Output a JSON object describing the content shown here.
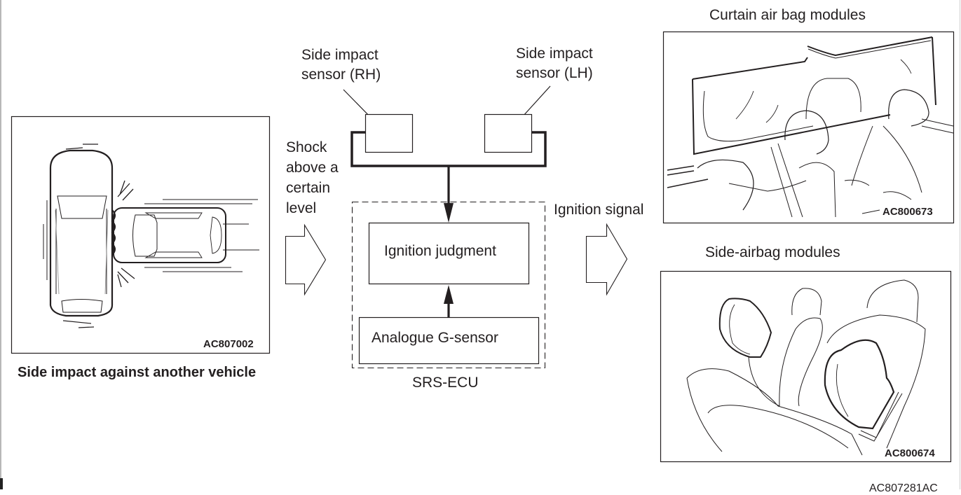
{
  "figure": {
    "figure_id": "AC807281AC",
    "left_panel": {
      "caption": "Side impact against another vehicle",
      "image_code": "AC807002"
    },
    "sensors": {
      "rh_label_line1": "Side impact",
      "rh_label_line2": "sensor (RH)",
      "lh_label_line1": "Side impact",
      "lh_label_line2": "sensor (LH)"
    },
    "input_arrow_label": [
      "Shock",
      "above a",
      "certain",
      "level"
    ],
    "ecu": {
      "name": "SRS-ECU",
      "judgment_block": "Ignition judgment",
      "gsensor_block": "Analogue G-sensor"
    },
    "output_arrow_label": "Ignition signal",
    "outputs": {
      "curtain": {
        "title": "Curtain air bag modules",
        "image_code": "AC800673"
      },
      "side": {
        "title": "Side-airbag modules",
        "image_code": "AC800674"
      }
    }
  }
}
